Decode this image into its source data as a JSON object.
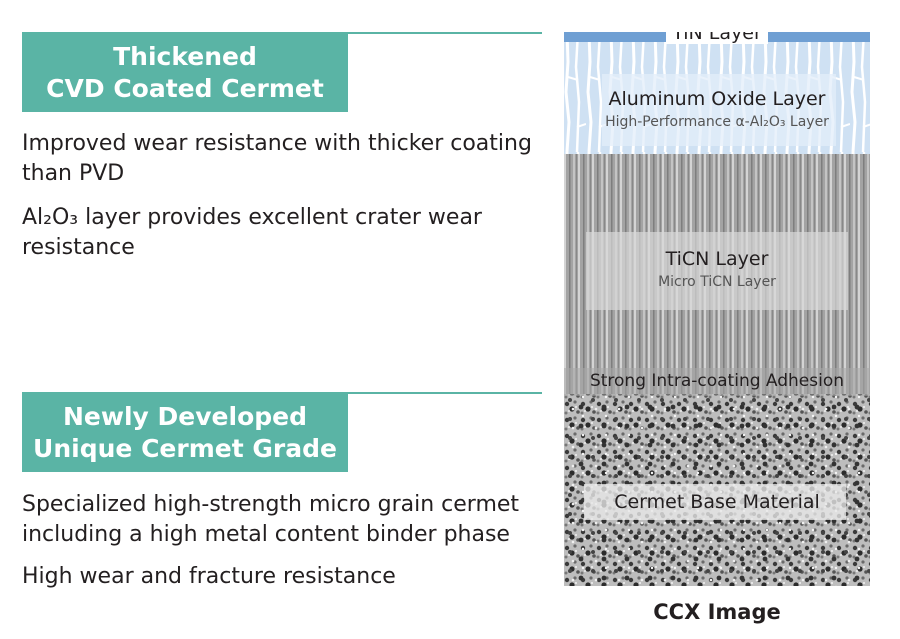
{
  "sections": [
    {
      "title_line1": "Thickened",
      "title_line2": "CVD Coated Cermet",
      "points": [
        "Improved wear resistance with thicker coating than PVD",
        "Al₂O₃ layer provides excellent crater wear resistance"
      ]
    },
    {
      "title_line1": "Newly Developed",
      "title_line2": "Unique Cermet Grade",
      "points": [
        "Specialized high-strength micro grain cermet including a high metal content binder phase",
        "High wear and fracture resistance"
      ]
    }
  ],
  "diagram": {
    "layers": {
      "tin": "TiN Layer",
      "alumina": "Aluminum Oxide Layer",
      "alumina_sub": "High-Performance α-Al₂O₃ Layer",
      "ticn": "TiCN Layer",
      "ticn_sub": "Micro TiCN Layer",
      "adhesion": "Strong Intra-coating Adhesion",
      "base": "Cermet Base Material"
    },
    "caption": "CCX Image",
    "colors": {
      "teal": "#5ab4a5",
      "alumina": "#c9dff2",
      "ticn": "#9a9a9a",
      "base": "#8a8a8a"
    }
  }
}
